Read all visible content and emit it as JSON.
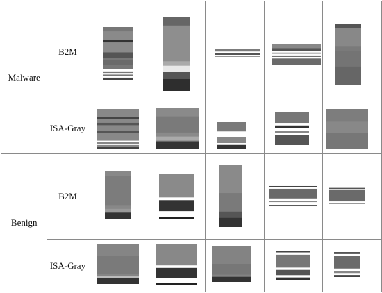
{
  "figure": {
    "rows": [
      {
        "class_label": "Malware",
        "representation": "B2M"
      },
      {
        "class_label": "Malware",
        "representation": "ISA-Gray"
      },
      {
        "class_label": "Benign",
        "representation": "B2M"
      },
      {
        "class_label": "Benign",
        "representation": "ISA-Gray"
      }
    ],
    "groups": [
      {
        "label": "Malware"
      },
      {
        "label": "Benign"
      }
    ],
    "image_icon": "grayscale-texture-image"
  }
}
